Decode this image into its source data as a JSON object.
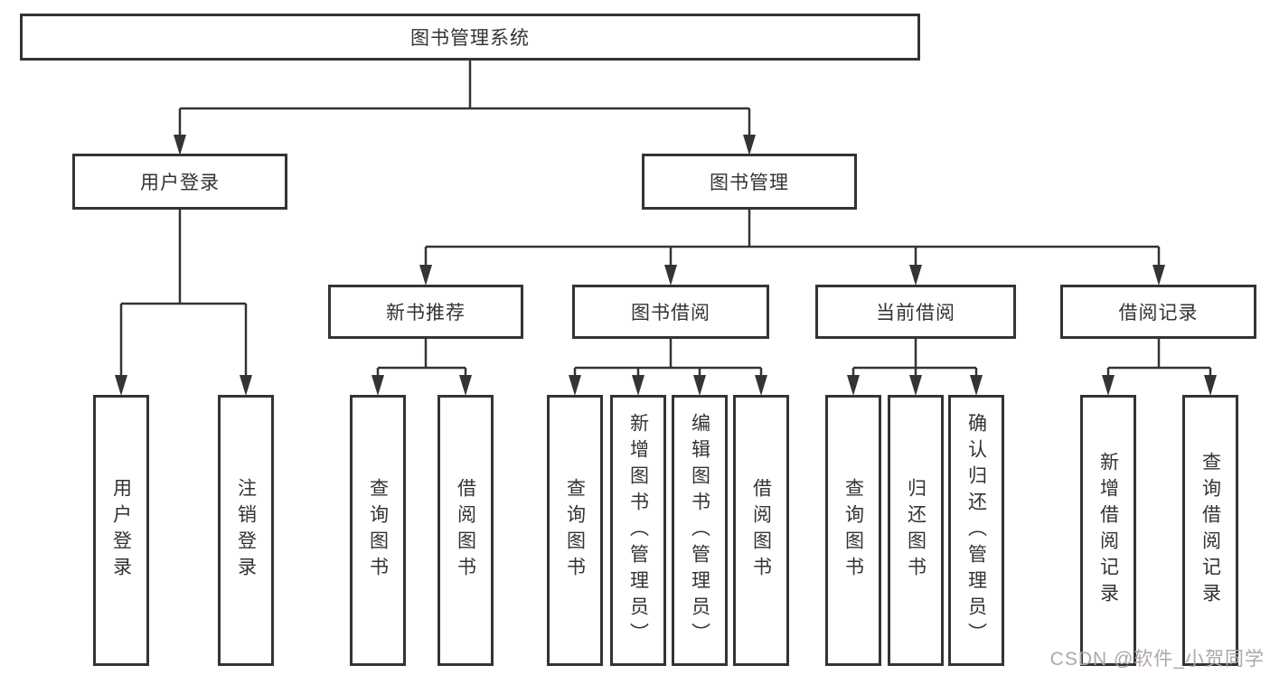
{
  "tree": {
    "root": "图书管理系统",
    "children": [
      {
        "label": "用户登录",
        "children": [
          "用户登录",
          "注销登录"
        ]
      },
      {
        "label": "图书管理",
        "children": [
          {
            "label": "新书推荐",
            "children": [
              "查询图书",
              "借阅图书"
            ]
          },
          {
            "label": "图书借阅",
            "children": [
              "查询图书",
              "新增图书（管理员）",
              "编辑图书（管理员）",
              "借阅图书"
            ]
          },
          {
            "label": "当前借阅",
            "children": [
              "查询图书",
              "归还图书",
              "确认归还（管理员）"
            ]
          },
          {
            "label": "借阅记录",
            "children": [
              "新增借阅记录",
              "查询借阅记录"
            ]
          }
        ]
      }
    ]
  },
  "watermark": "CSDN @软件_小贺同学",
  "colors": {
    "line": "#343434",
    "text": "#333333",
    "watermark": "#b0a6a6"
  }
}
